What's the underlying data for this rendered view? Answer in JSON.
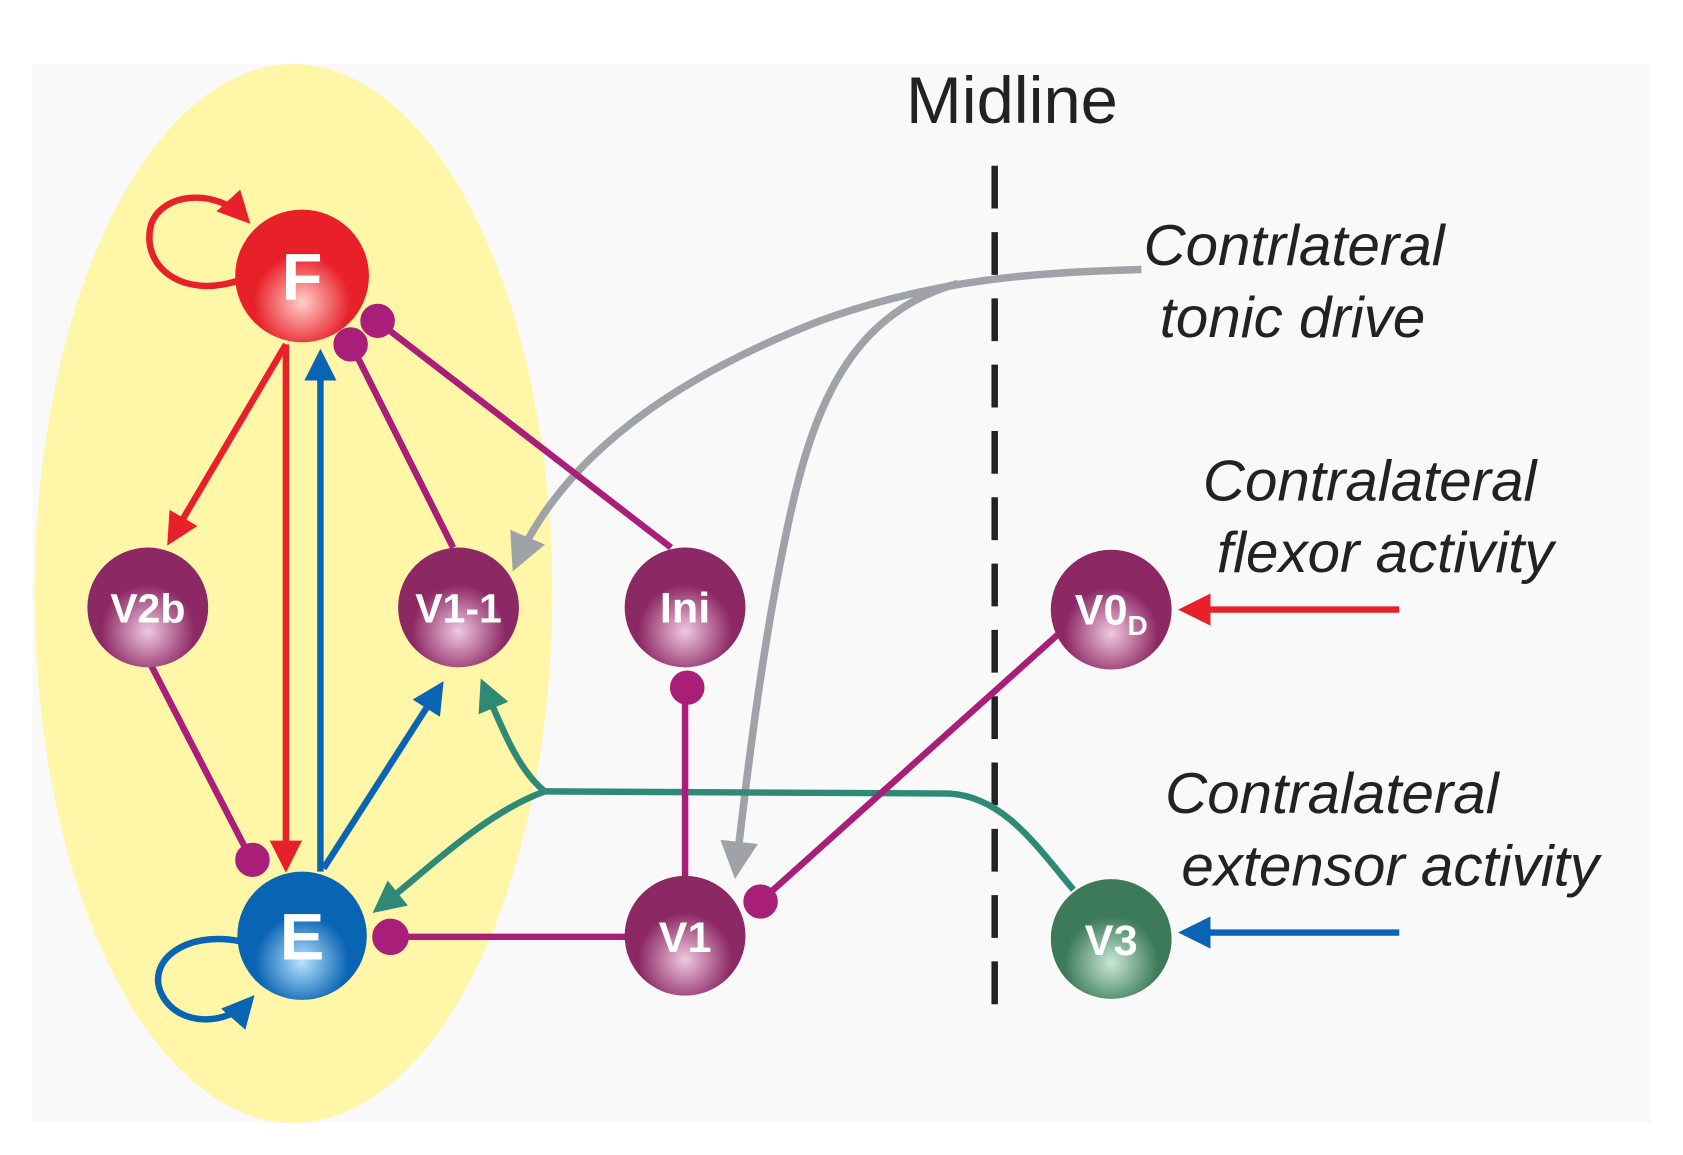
{
  "midline_label": "Midline",
  "nodes": {
    "F": "F",
    "E": "E",
    "V2b": "V2b",
    "V1_1": "V1-1",
    "Ini": "Ini",
    "V0D_main": "V0",
    "V0D_sub": "D",
    "V1": "V1",
    "V3": "V3"
  },
  "annotations": {
    "tonic": [
      "Contrlateral",
      "tonic drive"
    ],
    "flexor": [
      "Contralateral",
      "flexor activity"
    ],
    "extensor": [
      "Contralateral",
      "extensor activity"
    ]
  },
  "colors": {
    "flexor": "#e8202a",
    "extensor": "#0a64b4",
    "interneuron": "#8c2864",
    "inhibitory": "#a81e78",
    "v3": "#3c7a5a",
    "commissural": "#2e8a76",
    "tonic": "#9fa3a8",
    "ellipse": "#fff6a8"
  }
}
